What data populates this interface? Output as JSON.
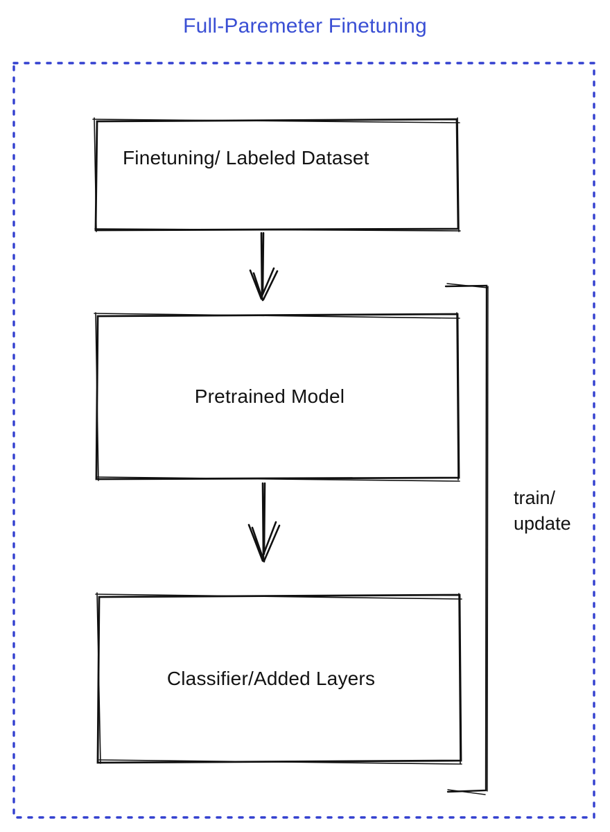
{
  "title": "Full-Paremeter Finetuning",
  "colors": {
    "title_text": "#3a4fd4",
    "dashed_border": "#3340cf",
    "box_stroke": "#111111",
    "label_text": "#121212",
    "dataset_fill": "#878e96",
    "pretrained_fill": "#4a70ef",
    "classifier_fill": "#3ebd5b"
  },
  "boxes": {
    "dataset": {
      "label": "Finetuning/ Labeled Dataset"
    },
    "pretrained": {
      "label": "Pretrained Model"
    },
    "classifier": {
      "label": "Classifier/Added Layers"
    }
  },
  "annotations": {
    "train_update": "train/\nupdate"
  }
}
